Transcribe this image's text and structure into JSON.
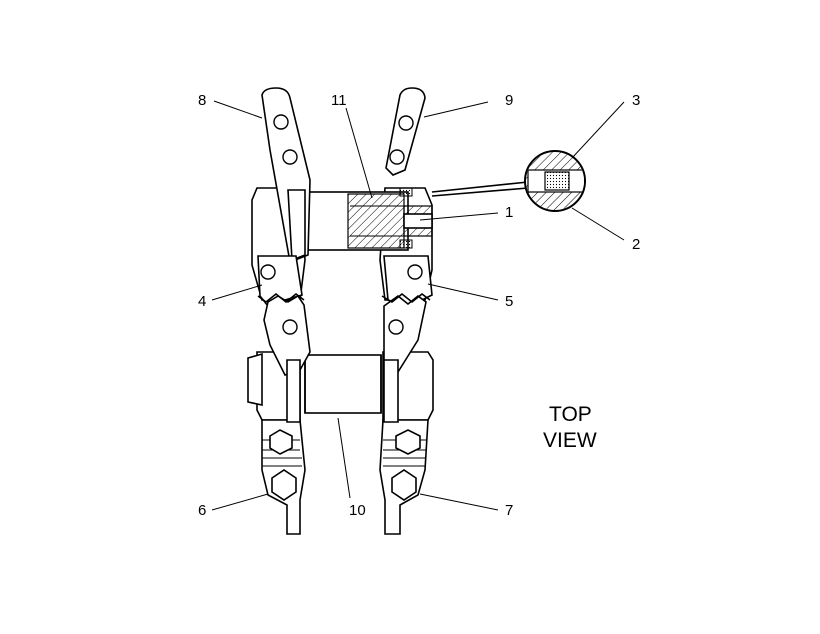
{
  "callouts": {
    "c1": "1",
    "c2": "2",
    "c3": "3",
    "c4": "4",
    "c5": "5",
    "c6": "6",
    "c7": "7",
    "c8": "8",
    "c9": "9",
    "c10": "10",
    "c11": "11"
  },
  "view_label": {
    "line1": "TOP",
    "line2": "VIEW"
  }
}
